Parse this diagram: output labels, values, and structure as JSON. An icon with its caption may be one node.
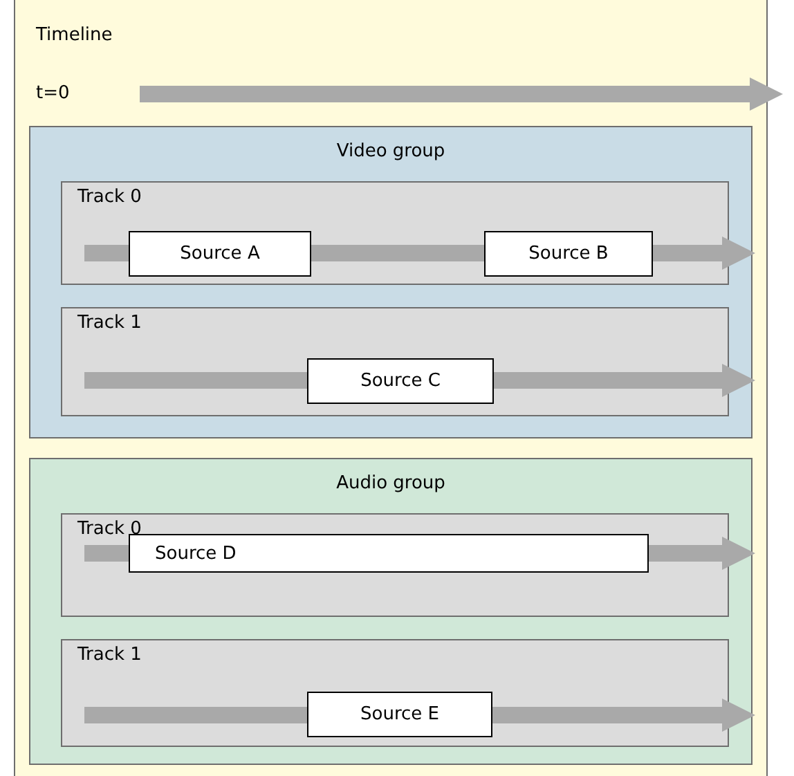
{
  "diagram": {
    "nodes": [
      {
        "text": [
          "Timeline",
          "t=0"
        ]
      },
      {
        "text": [
          "Video group"
        ],
        "in": 0
      },
      {
        "text": [
          "Track 0"
        ],
        "in": 1
      },
      {
        "text": [
          "Source A"
        ],
        "in": 2
      },
      {
        "text": [
          "Source B"
        ],
        "in": 2
      },
      {
        "text": [
          "Track 1"
        ],
        "in": 1
      },
      {
        "text": [
          "Source C"
        ],
        "in": 5
      },
      {
        "text": [
          "Audio group"
        ],
        "in": 0
      },
      {
        "text": [
          "Track 0"
        ],
        "in": 7
      },
      {
        "text": [
          "Source D"
        ],
        "in": 8
      },
      {
        "text": [
          "Track 1"
        ],
        "in": 7
      },
      {
        "text": [
          "Source E"
        ],
        "in": 10
      }
    ]
  }
}
